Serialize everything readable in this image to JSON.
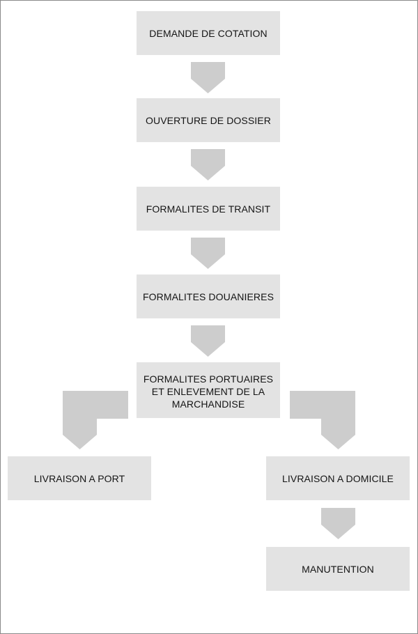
{
  "steps": {
    "demande_cotation": "DEMANDE DE COTATION",
    "ouverture_dossier": "OUVERTURE DE DOSSIER",
    "formalites_transit": "FORMALITES DE TRANSIT",
    "formalites_douanieres": "FORMALITES DOUANIERES",
    "formalites_portuaires": "FORMALITES PORTUAIRES ET ENLEVEMENT DE LA MARCHANDISE",
    "livraison_port": "LIVRAISON A PORT",
    "livraison_domicile": "LIVRAISON A DOMICILE",
    "manutention": "MANUTENTION"
  },
  "colors": {
    "box_fill": "#e3e3e3",
    "arrow_fill": "#cdcdcd",
    "border": "#8a8a8a"
  }
}
